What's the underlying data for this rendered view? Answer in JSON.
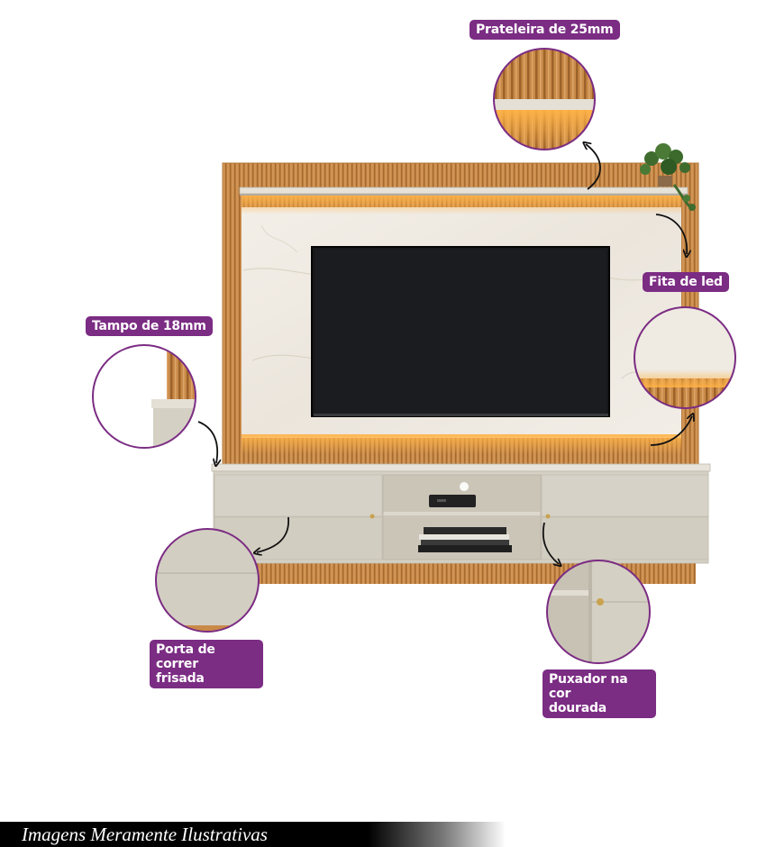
{
  "callouts": {
    "shelf": "Prateleira de 25mm",
    "led": "Fita de led",
    "top": "Tampo de 18mm",
    "door": [
      "Porta de correr",
      "frisada"
    ],
    "handle": [
      "Puxador na cor",
      "dourada"
    ]
  },
  "footer": "Imagens Meramente Ilustrativas",
  "colors": {
    "label_bg": "#7b2c83",
    "wood": "#c98a48",
    "cream": "#d4cfc4",
    "marble": "#f1ede6",
    "tv": "#17171a"
  }
}
